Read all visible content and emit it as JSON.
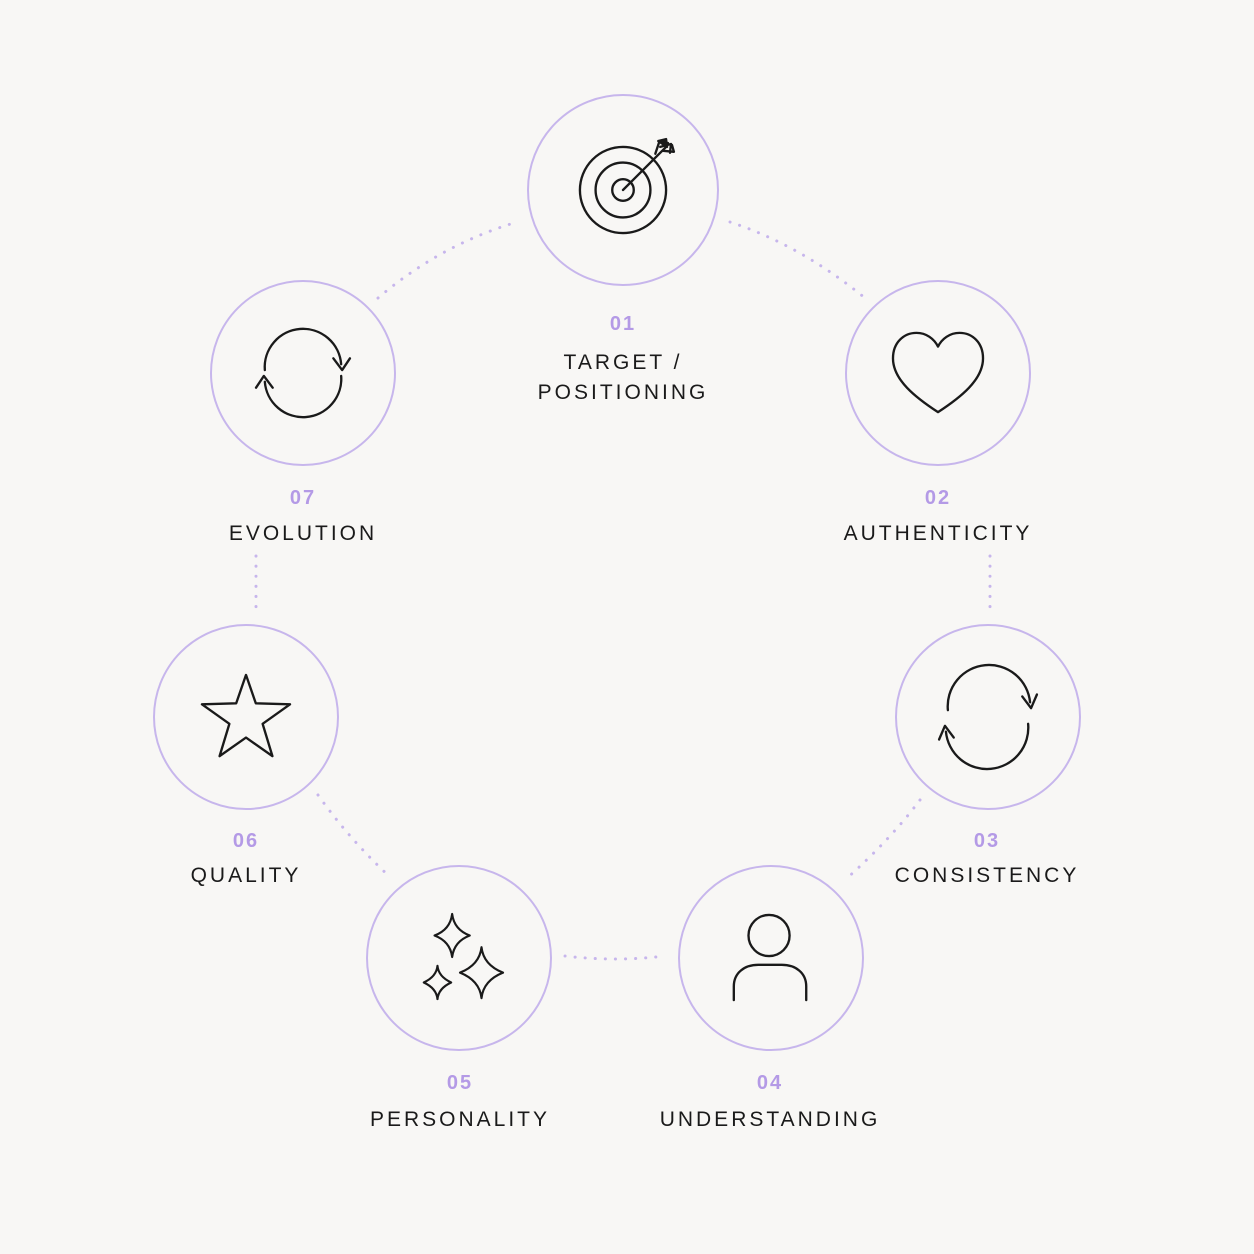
{
  "colors": {
    "background": "#f8f7f5",
    "accent": "#b49ae6",
    "ring": "#c7b6ec",
    "ink": "#1a1a1a"
  },
  "steps": [
    {
      "number": "01",
      "label": "TARGET /\nPOSITIONING",
      "icon": "target-arrow-icon"
    },
    {
      "number": "02",
      "label": "AUTHENTICITY",
      "icon": "heart-icon"
    },
    {
      "number": "03",
      "label": "CONSISTENCY",
      "icon": "refresh-cycle-icon"
    },
    {
      "number": "04",
      "label": "UNDERSTANDING",
      "icon": "person-icon"
    },
    {
      "number": "05",
      "label": "PERSONALITY",
      "icon": "sparkles-icon"
    },
    {
      "number": "06",
      "label": "QUALITY",
      "icon": "star-icon"
    },
    {
      "number": "07",
      "label": "EVOLUTION",
      "icon": "refresh-cycle-icon"
    }
  ]
}
